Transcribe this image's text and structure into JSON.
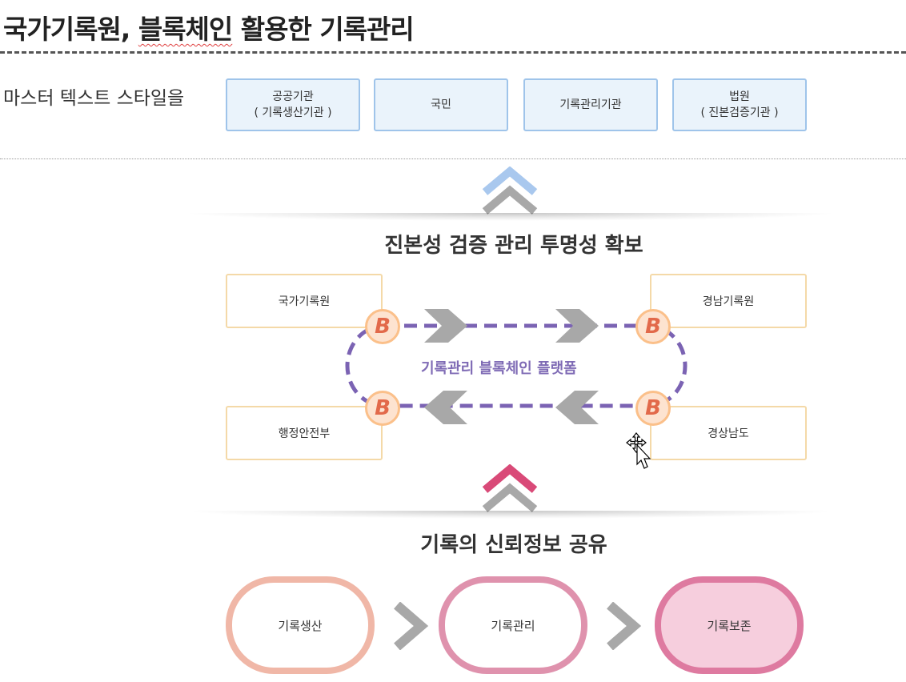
{
  "slide": {
    "title_part1": "국가기록원, ",
    "title_part2": "블록체인",
    "title_part3": " 활용한 기록관리",
    "master_text": "마스터 텍스트 스타일을"
  },
  "participants": [
    {
      "line1": "공공기관",
      "line2": "( 기록생산기관 )"
    },
    {
      "line1": "국민",
      "line2": ""
    },
    {
      "line1": "기록관리기관",
      "line2": ""
    },
    {
      "line1": "법원",
      "line2": "( 진본검증기관 )"
    }
  ],
  "section1": {
    "heading": "진본성 검증 관리 투명성 확보"
  },
  "orgs": {
    "top_left": "국가기록원",
    "top_right": "경남기록원",
    "bottom_left": "행정안전부",
    "bottom_right": "경상남도"
  },
  "coin_letter": "B",
  "platform_label": "기록관리 블록체인 플랫폼",
  "section2": {
    "heading": "기록의 신뢰정보 공유"
  },
  "flow": [
    "기록생산",
    "기록관리",
    "기록보존"
  ],
  "colors": {
    "dashed_path": "#7b63b3",
    "arrow_gray": "#a8a8a8",
    "chevron_blue": "#a9c8ee",
    "chevron_red": "#d94a78"
  }
}
